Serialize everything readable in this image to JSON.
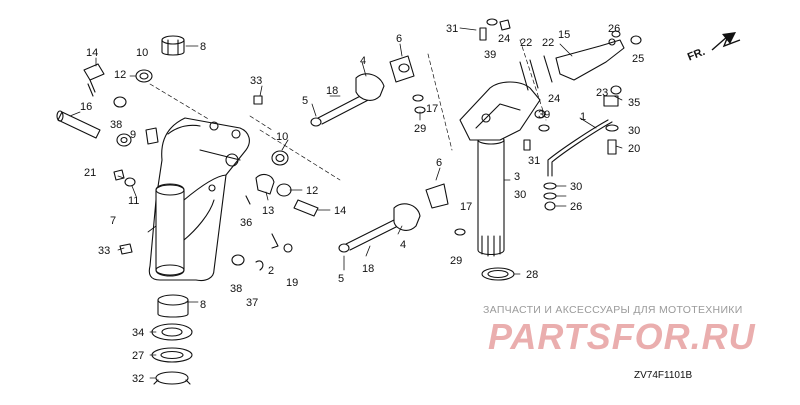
{
  "diagram": {
    "code": "ZV74F1101B",
    "direction_label": "FR.",
    "watermark": {
      "top_text": "ЗАПЧАСТИ И АКСЕССУАРЫ ДЛЯ МОТОТЕХНИКИ",
      "logo_text": "PARTSFOR.RU"
    }
  },
  "callouts": [
    {
      "id": "c14a",
      "text": "14"
    },
    {
      "id": "c10a",
      "text": "10"
    },
    {
      "id": "c8a",
      "text": "8"
    },
    {
      "id": "c12a",
      "text": "12"
    },
    {
      "id": "c16",
      "text": "16"
    },
    {
      "id": "c33a",
      "text": "33"
    },
    {
      "id": "c38a",
      "text": "38"
    },
    {
      "id": "c9",
      "text": "9"
    },
    {
      "id": "c10b",
      "text": "10"
    },
    {
      "id": "c21",
      "text": "21"
    },
    {
      "id": "c11",
      "text": "11"
    },
    {
      "id": "c7",
      "text": "7"
    },
    {
      "id": "c33b",
      "text": "33"
    },
    {
      "id": "c12b",
      "text": "12"
    },
    {
      "id": "c14b",
      "text": "14"
    },
    {
      "id": "c13",
      "text": "13"
    },
    {
      "id": "c36",
      "text": "36"
    },
    {
      "id": "c2",
      "text": "2"
    },
    {
      "id": "c19",
      "text": "19"
    },
    {
      "id": "c38b",
      "text": "38"
    },
    {
      "id": "c37",
      "text": "37"
    },
    {
      "id": "c8b",
      "text": "8"
    },
    {
      "id": "c34",
      "text": "34"
    },
    {
      "id": "c27",
      "text": "27"
    },
    {
      "id": "c32",
      "text": "32"
    },
    {
      "id": "c5a",
      "text": "5"
    },
    {
      "id": "c18a",
      "text": "18"
    },
    {
      "id": "c4a",
      "text": "4"
    },
    {
      "id": "c6a",
      "text": "6"
    },
    {
      "id": "c17a",
      "text": "17"
    },
    {
      "id": "c29a",
      "text": "29"
    },
    {
      "id": "c31a",
      "text": "31"
    },
    {
      "id": "c39a",
      "text": "39"
    },
    {
      "id": "c24a",
      "text": "24"
    },
    {
      "id": "c22a",
      "text": "22"
    },
    {
      "id": "c22b",
      "text": "22"
    },
    {
      "id": "c15",
      "text": "15"
    },
    {
      "id": "c26a",
      "text": "26"
    },
    {
      "id": "c25",
      "text": "25"
    },
    {
      "id": "c24b",
      "text": "24"
    },
    {
      "id": "c23",
      "text": "23"
    },
    {
      "id": "c35",
      "text": "35"
    },
    {
      "id": "c39b",
      "text": "39"
    },
    {
      "id": "c1",
      "text": "1"
    },
    {
      "id": "c30a",
      "text": "30"
    },
    {
      "id": "c20",
      "text": "20"
    },
    {
      "id": "c31b",
      "text": "31"
    },
    {
      "id": "c6b",
      "text": "6"
    },
    {
      "id": "c3",
      "text": "3"
    },
    {
      "id": "c30b",
      "text": "30"
    },
    {
      "id": "c30c",
      "text": "30"
    },
    {
      "id": "c26b",
      "text": "26"
    },
    {
      "id": "c17b",
      "text": "17"
    },
    {
      "id": "c4b",
      "text": "4"
    },
    {
      "id": "c29b",
      "text": "29"
    },
    {
      "id": "c5b",
      "text": "5"
    },
    {
      "id": "c18b",
      "text": "18"
    },
    {
      "id": "c28",
      "text": "28"
    }
  ]
}
